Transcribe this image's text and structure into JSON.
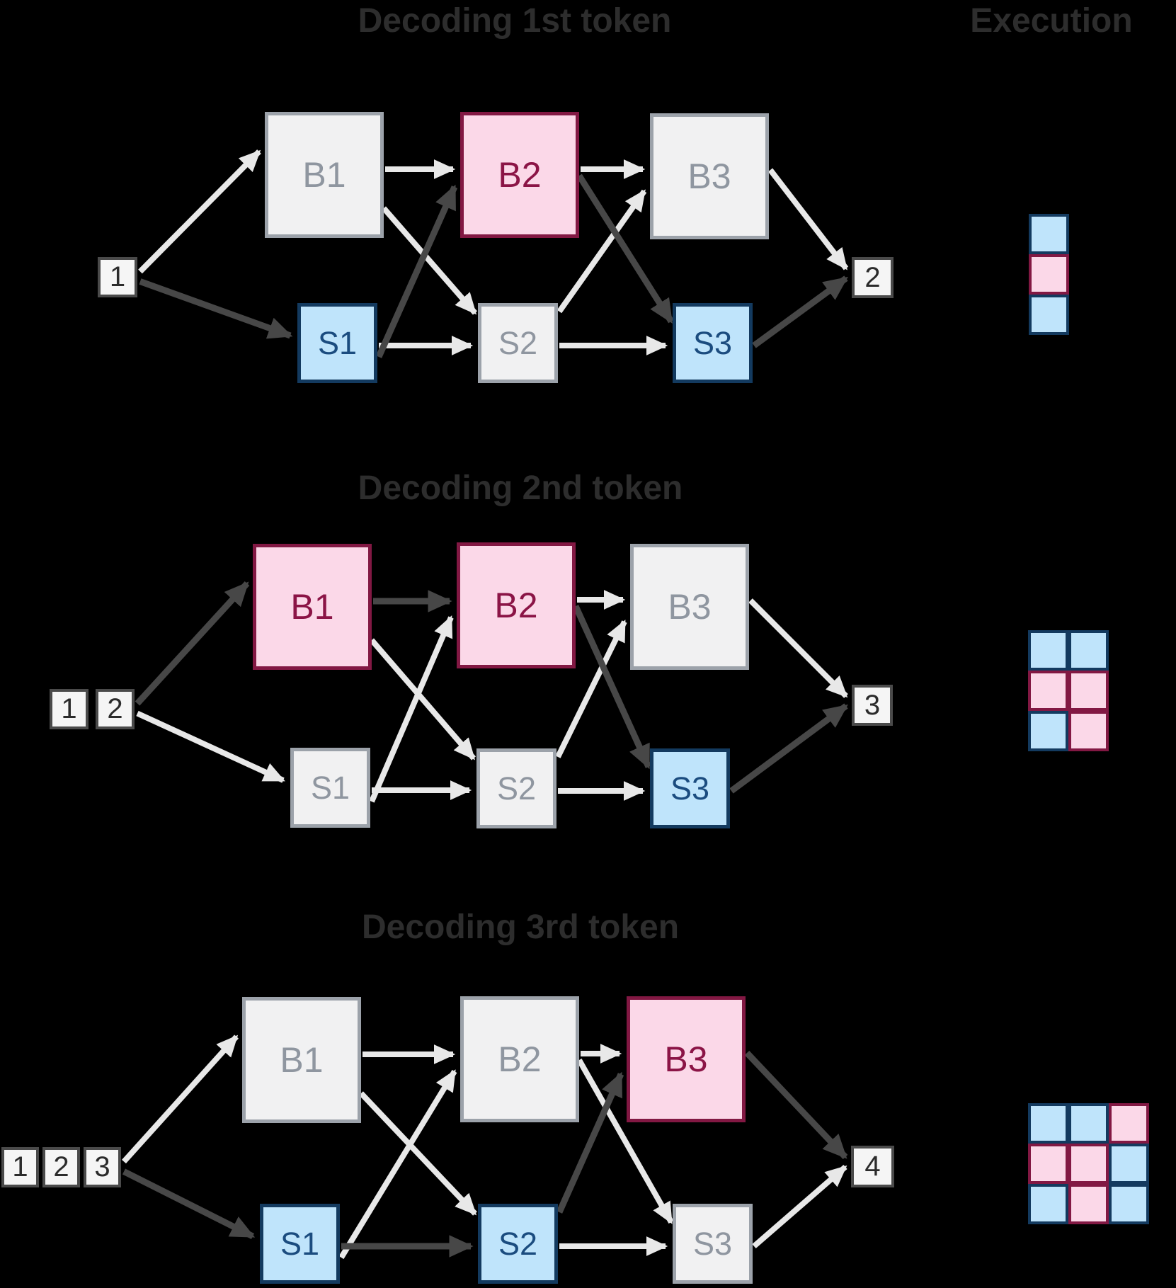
{
  "headers": {
    "execution": "Execution"
  },
  "palette": {
    "background": "#000000",
    "title_text": "#2D2D2D",
    "node_pink_fill": "#FBD8E8",
    "node_pink_border": "#821843",
    "node_pink_text": "#8B1446",
    "node_blue_fill": "#BFE4FB",
    "node_blue_border": "#133A5F",
    "node_blue_text": "#1B4C7F",
    "node_gray_fill": "#F1F1F2",
    "node_gray_border": "#9CA2AA",
    "node_gray_text": "#8F96A0",
    "token_fill": "#F5F5F5",
    "token_border": "#4A4A4A",
    "token_text": "#2B2B2B",
    "arrow_light": "#E8E8E8",
    "arrow_dark": "#474747"
  },
  "diagrams": [
    {
      "title": "Decoding 1st token",
      "input_tokens": [
        "1"
      ],
      "output_token": "2",
      "nodes": [
        {
          "id": "B1",
          "label": "B1",
          "state": "gray"
        },
        {
          "id": "B2",
          "label": "B2",
          "state": "pink"
        },
        {
          "id": "B3",
          "label": "B3",
          "state": "gray"
        },
        {
          "id": "S1",
          "label": "S1",
          "state": "blue"
        },
        {
          "id": "S2",
          "label": "S2",
          "state": "gray"
        },
        {
          "id": "S3",
          "label": "S3",
          "state": "blue"
        }
      ],
      "edges": [
        {
          "from": "in",
          "to": "B1",
          "emphasis": "light"
        },
        {
          "from": "in",
          "to": "S1",
          "emphasis": "dark"
        },
        {
          "from": "B1",
          "to": "B2",
          "emphasis": "light"
        },
        {
          "from": "B1",
          "to": "S2",
          "emphasis": "light"
        },
        {
          "from": "S1",
          "to": "B2",
          "emphasis": "dark"
        },
        {
          "from": "S1",
          "to": "S2",
          "emphasis": "light"
        },
        {
          "from": "B2",
          "to": "B3",
          "emphasis": "light"
        },
        {
          "from": "B2",
          "to": "S3",
          "emphasis": "dark"
        },
        {
          "from": "S2",
          "to": "B3",
          "emphasis": "light"
        },
        {
          "from": "S2",
          "to": "S3",
          "emphasis": "light"
        },
        {
          "from": "B3",
          "to": "out",
          "emphasis": "light"
        },
        {
          "from": "S3",
          "to": "out",
          "emphasis": "dark"
        }
      ],
      "execution_rows": [
        [
          "blue"
        ],
        [
          "pink"
        ],
        [
          "blue"
        ]
      ]
    },
    {
      "title": "Decoding 2nd token",
      "input_tokens": [
        "1",
        "2"
      ],
      "output_token": "3",
      "nodes": [
        {
          "id": "B1",
          "label": "B1",
          "state": "pink"
        },
        {
          "id": "B2",
          "label": "B2",
          "state": "pink"
        },
        {
          "id": "B3",
          "label": "B3",
          "state": "gray"
        },
        {
          "id": "S1",
          "label": "S1",
          "state": "gray"
        },
        {
          "id": "S2",
          "label": "S2",
          "state": "gray"
        },
        {
          "id": "S3",
          "label": "S3",
          "state": "blue"
        }
      ],
      "edges": [
        {
          "from": "in",
          "to": "B1",
          "emphasis": "dark"
        },
        {
          "from": "in",
          "to": "S1",
          "emphasis": "light"
        },
        {
          "from": "B1",
          "to": "B2",
          "emphasis": "dark"
        },
        {
          "from": "B1",
          "to": "S2",
          "emphasis": "light"
        },
        {
          "from": "S1",
          "to": "B2",
          "emphasis": "light"
        },
        {
          "from": "S1",
          "to": "S2",
          "emphasis": "light"
        },
        {
          "from": "B2",
          "to": "B3",
          "emphasis": "light"
        },
        {
          "from": "B2",
          "to": "S3",
          "emphasis": "dark"
        },
        {
          "from": "S2",
          "to": "B3",
          "emphasis": "light"
        },
        {
          "from": "S2",
          "to": "S3",
          "emphasis": "light"
        },
        {
          "from": "B3",
          "to": "out",
          "emphasis": "light"
        },
        {
          "from": "S3",
          "to": "out",
          "emphasis": "dark"
        }
      ],
      "execution_rows": [
        [
          "blue",
          "blue"
        ],
        [
          "pink",
          "pink"
        ],
        [
          "blue",
          "pink"
        ]
      ]
    },
    {
      "title": "Decoding 3rd token",
      "input_tokens": [
        "1",
        "2",
        "3"
      ],
      "output_token": "4",
      "nodes": [
        {
          "id": "B1",
          "label": "B1",
          "state": "gray"
        },
        {
          "id": "B2",
          "label": "B2",
          "state": "gray"
        },
        {
          "id": "B3",
          "label": "B3",
          "state": "pink"
        },
        {
          "id": "S1",
          "label": "S1",
          "state": "blue"
        },
        {
          "id": "S2",
          "label": "S2",
          "state": "blue"
        },
        {
          "id": "S3",
          "label": "S3",
          "state": "gray"
        }
      ],
      "edges": [
        {
          "from": "in",
          "to": "B1",
          "emphasis": "light"
        },
        {
          "from": "in",
          "to": "S1",
          "emphasis": "dark"
        },
        {
          "from": "B1",
          "to": "B2",
          "emphasis": "light"
        },
        {
          "from": "B1",
          "to": "S2",
          "emphasis": "light"
        },
        {
          "from": "S1",
          "to": "B2",
          "emphasis": "light"
        },
        {
          "from": "S1",
          "to": "S2",
          "emphasis": "dark"
        },
        {
          "from": "B2",
          "to": "B3",
          "emphasis": "light"
        },
        {
          "from": "B2",
          "to": "S3",
          "emphasis": "light"
        },
        {
          "from": "S2",
          "to": "B3",
          "emphasis": "dark"
        },
        {
          "from": "S2",
          "to": "S3",
          "emphasis": "light"
        },
        {
          "from": "B3",
          "to": "out",
          "emphasis": "dark"
        },
        {
          "from": "S3",
          "to": "out",
          "emphasis": "light"
        }
      ],
      "execution_rows": [
        [
          "blue",
          "blue",
          "pink"
        ],
        [
          "pink",
          "pink",
          "blue"
        ],
        [
          "blue",
          "pink",
          "blue"
        ]
      ]
    }
  ]
}
